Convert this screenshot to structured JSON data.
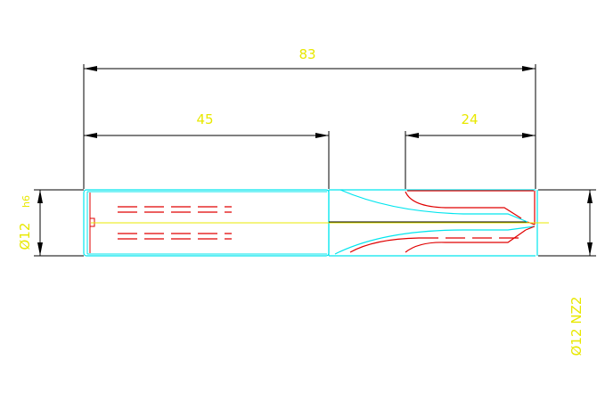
{
  "colors": {
    "background": "#ffffff",
    "dimension_line": "#000000",
    "dimension_text": "#e8e800",
    "outline": "#00e5ee",
    "hidden_line": "#e00000",
    "center_line": "#e8e800",
    "body_line": "#000000"
  },
  "dimensions": {
    "overall_length": "83",
    "shank_length": "45",
    "cutting_length": "24",
    "shank_diameter": "Ø12",
    "shank_tolerance": "h6",
    "cutter_spec": "Ø12 NZ2"
  }
}
